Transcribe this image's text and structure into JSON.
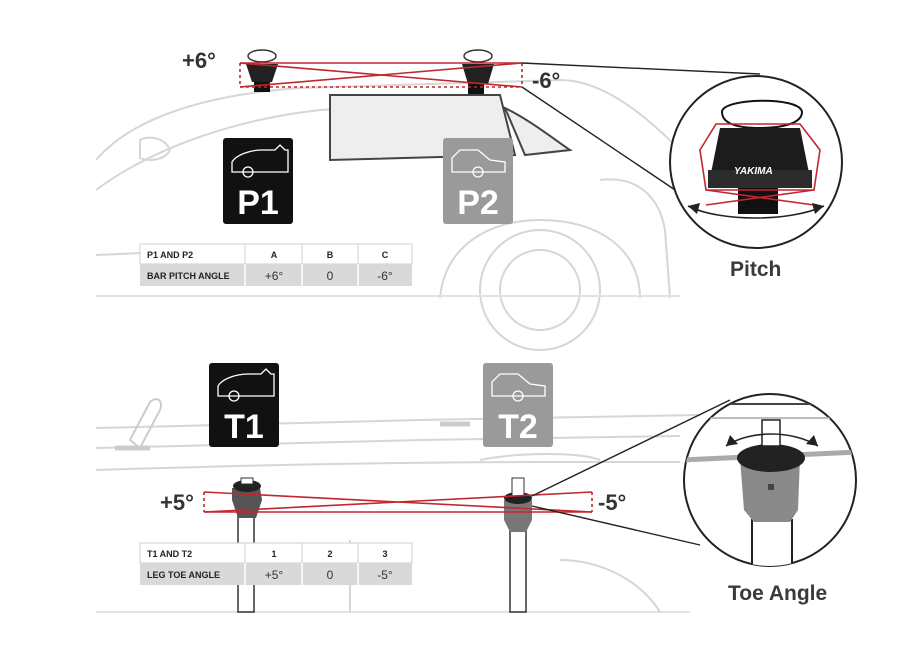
{
  "pitch": {
    "angle_left": "+6°",
    "angle_right": "-6°",
    "badges": [
      {
        "label": "P1",
        "color": "#111111"
      },
      {
        "label": "P2",
        "color": "#9a9a9a"
      }
    ],
    "table": {
      "header": [
        "P1 AND P2",
        "A",
        "B",
        "C"
      ],
      "row_label": "BAR PITCH ANGLE",
      "row_values": [
        "+6°",
        "0",
        "-6°"
      ]
    },
    "zoom_caption": "Pitch",
    "logo": "YAKIMA"
  },
  "toe": {
    "angle_left": "+5°",
    "angle_right": "-5°",
    "badges": [
      {
        "label": "T1",
        "color": "#111111"
      },
      {
        "label": "T2",
        "color": "#9a9a9a"
      }
    ],
    "table": {
      "header": [
        "T1 AND T2",
        "1",
        "2",
        "3"
      ],
      "row_label": "LEG TOE ANGLE",
      "row_values": [
        "+5°",
        "0",
        "-5°"
      ]
    },
    "zoom_caption": "Toe Angle"
  },
  "colors": {
    "angle_line": "#c0282d",
    "outline": "#d6d6d6",
    "table_row": "#d9d9d9"
  }
}
